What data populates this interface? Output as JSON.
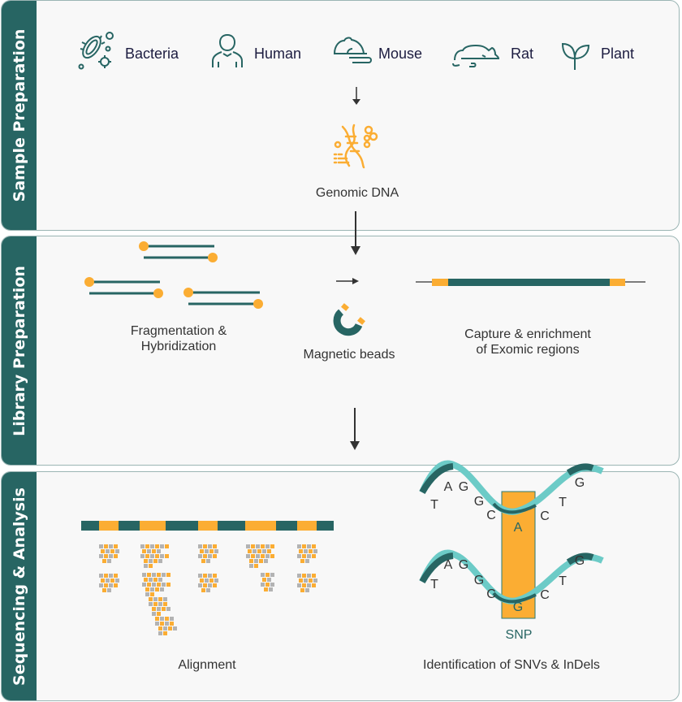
{
  "colors": {
    "teal": "#276563",
    "orange": "#fbad33",
    "light_teal": "#6ccbc7",
    "gray_read": "#b3b3b3",
    "text": "#333333"
  },
  "panels": [
    {
      "title": "Sample Preparation"
    },
    {
      "title": "Library Preparation"
    },
    {
      "title": "Sequencing & Analysis"
    }
  ],
  "sample_preparation": {
    "organisms": [
      {
        "label": "Bacteria",
        "icon": "bacteria-icon"
      },
      {
        "label": "Human",
        "icon": "human-icon"
      },
      {
        "label": "Mouse",
        "icon": "mouse-icon"
      },
      {
        "label": "Rat",
        "icon": "rat-icon"
      },
      {
        "label": "Plant",
        "icon": "plant-icon"
      }
    ],
    "genomic_dna_label": "Genomic DNA"
  },
  "library_preparation": {
    "fragmentation_label_1": "Fragmentation &",
    "fragmentation_label_2": "Hybridization",
    "magnetic_label": "Magnetic beads",
    "capture_label_1": "Capture & enrichment",
    "capture_label_2": "of Exomic regions"
  },
  "sequencing": {
    "alignment_label": "Alignment",
    "snp_label": "SNP",
    "identification_label": "Identification of SNVs & InDels",
    "strand1": {
      "left": [
        "T",
        "A",
        "G",
        "G",
        "C"
      ],
      "snp": "A",
      "right": [
        "C",
        "T",
        "G"
      ]
    },
    "strand2": {
      "left": [
        "T",
        "A",
        "G",
        "G",
        "C"
      ],
      "snp": "G",
      "right": [
        "C",
        "T",
        "G"
      ]
    }
  }
}
